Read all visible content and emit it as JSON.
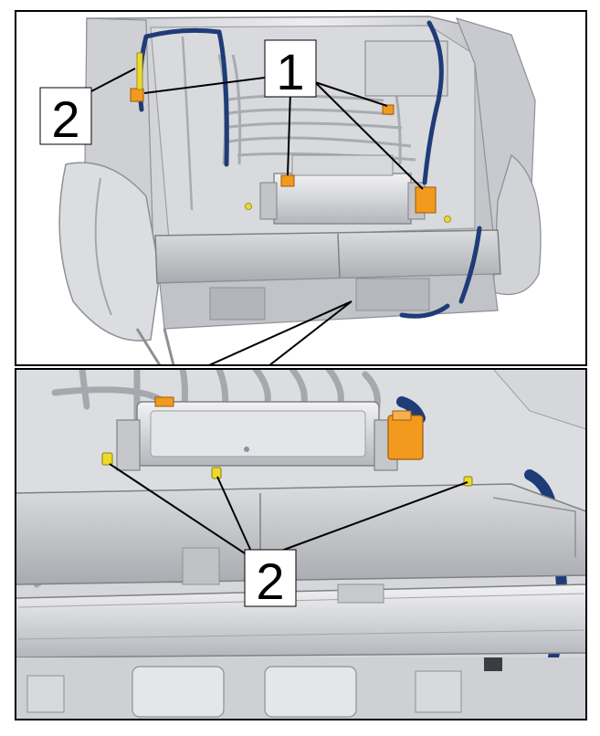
{
  "figure": {
    "callouts": {
      "label_1": "1",
      "label_2_top": "2",
      "label_2_bottom": "2"
    },
    "colors": {
      "background": "#ffffff",
      "frame": "#000000",
      "metal_light": "#e6e6e8",
      "metal_mid": "#c6c7cb",
      "metal_dark": "#8e9096",
      "harness_blue": "#1f3c78",
      "connector_orange": "#f29a1e",
      "screw_yellow": "#ecd92a"
    }
  }
}
